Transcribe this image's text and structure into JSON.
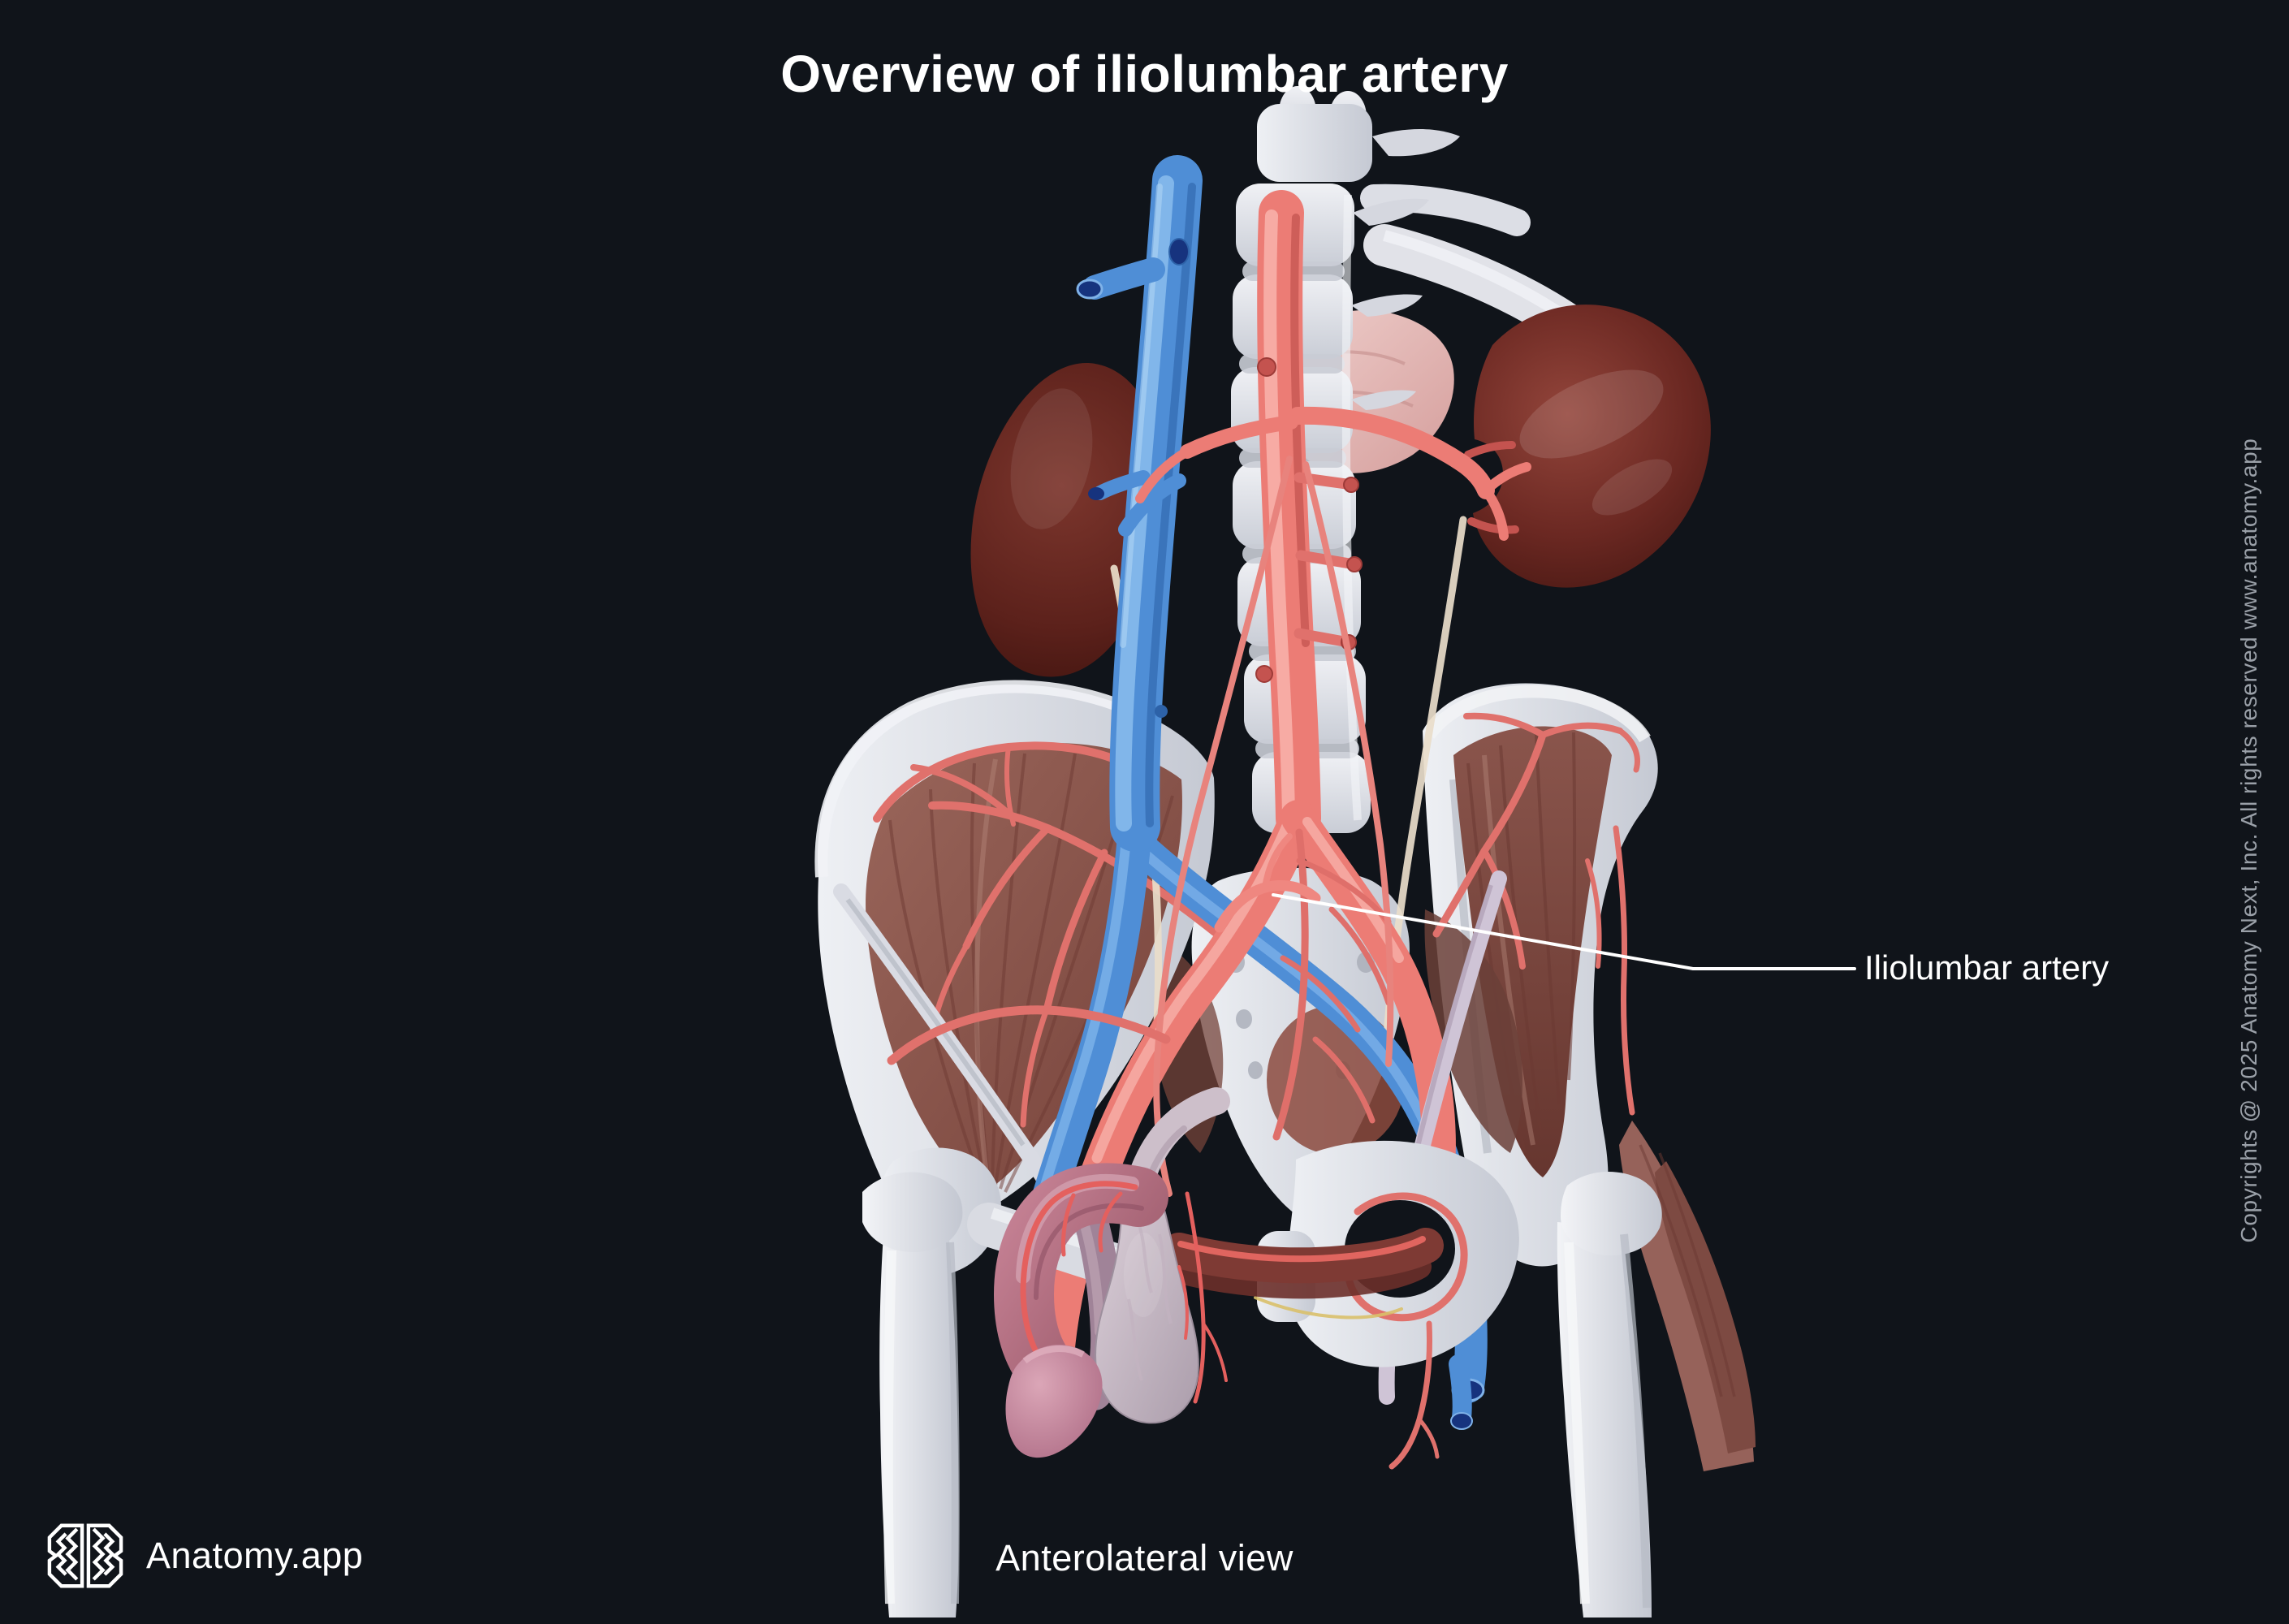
{
  "header": {
    "title": "Overview of iliolumbar artery"
  },
  "annotation": {
    "label": "Iliolumbar artery"
  },
  "footer": {
    "view_caption": "Anterolateral view",
    "brand_name": "Anatomy.app"
  },
  "sidebar": {
    "copyright": "Copyrights @ 2025 Anatomy Next, Inc. All rights reserved www.anatomy.app"
  },
  "icons": {
    "logo": "brain-hexagon-icon"
  },
  "colors": {
    "background": "#10141a",
    "text": "#ffffff",
    "copyright_text": "#9aa0a8",
    "leader_line": "#ffffff",
    "artery": "#ec7c75",
    "vein": "#4f8ed6",
    "bone": "#dddfe5",
    "muscle": "#8a5148",
    "kidney": "#6b2822",
    "adrenal": "#e3b7b5",
    "genital_skin": "#b06d85"
  }
}
